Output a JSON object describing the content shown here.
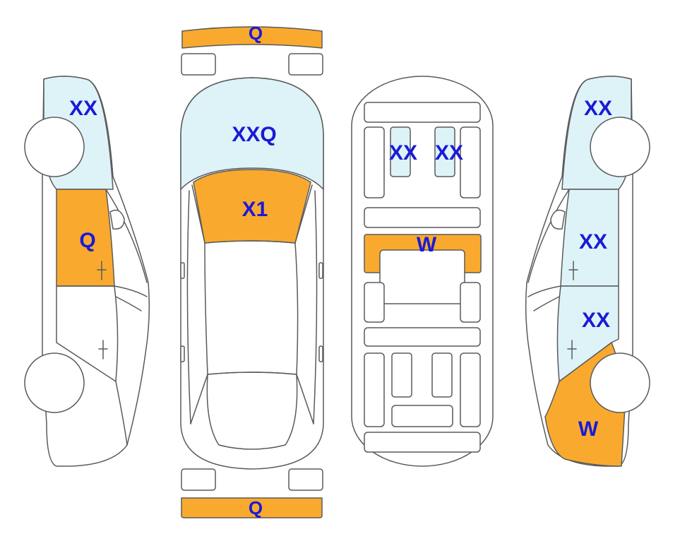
{
  "colors": {
    "damage": "#f9aa2e",
    "glass": "#ddf3f8",
    "label": "#1a1ad6",
    "outline": "#5a5a5a"
  },
  "labels": {
    "front_bumper": "Q",
    "rear_bumper": "Q",
    "windshield": "XXQ",
    "hood": "X1",
    "roof_panel_left": "XX",
    "roof_panel_right": "XX",
    "trunk": "W",
    "left_rear_window": "XX",
    "left_rear_door": "Q",
    "right_front_window": "XX",
    "right_front_door": "XX",
    "right_rear_door": "XX",
    "right_rear_quarter": "W"
  }
}
